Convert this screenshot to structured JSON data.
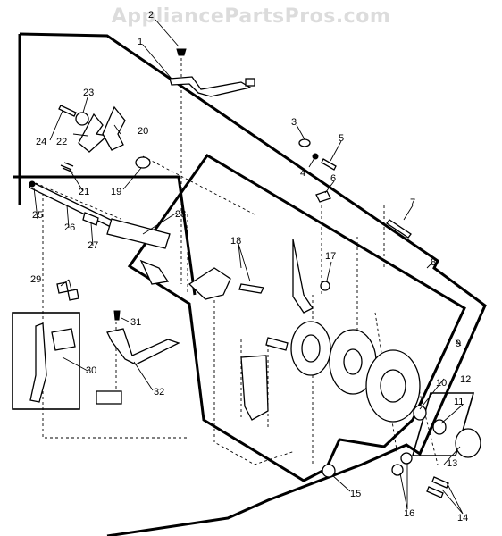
{
  "watermark": "AppliancePartsPros.com",
  "callouts": [
    {
      "id": "c1",
      "label": "1"
    },
    {
      "id": "c2",
      "label": "2"
    },
    {
      "id": "c3",
      "label": "3"
    },
    {
      "id": "c4",
      "label": "4"
    },
    {
      "id": "c5",
      "label": "5"
    },
    {
      "id": "c6",
      "label": "6"
    },
    {
      "id": "c7",
      "label": "7"
    },
    {
      "id": "c8",
      "label": "8"
    },
    {
      "id": "c9",
      "label": "9"
    },
    {
      "id": "c10",
      "label": "10"
    },
    {
      "id": "c11",
      "label": "11"
    },
    {
      "id": "c12",
      "label": "12"
    },
    {
      "id": "c13",
      "label": "13"
    },
    {
      "id": "c14",
      "label": "14"
    },
    {
      "id": "c15",
      "label": "15"
    },
    {
      "id": "c16",
      "label": "16"
    },
    {
      "id": "c17",
      "label": "17"
    },
    {
      "id": "c18",
      "label": "18"
    },
    {
      "id": "c19",
      "label": "19"
    },
    {
      "id": "c20",
      "label": "20"
    },
    {
      "id": "c21",
      "label": "21"
    },
    {
      "id": "c22",
      "label": "22"
    },
    {
      "id": "c23",
      "label": "23"
    },
    {
      "id": "c24",
      "label": "24"
    },
    {
      "id": "c25",
      "label": "25"
    },
    {
      "id": "c26",
      "label": "26"
    },
    {
      "id": "c27",
      "label": "27"
    },
    {
      "id": "c28",
      "label": "28"
    },
    {
      "id": "c29",
      "label": "29"
    },
    {
      "id": "c30",
      "label": "30"
    },
    {
      "id": "c31",
      "label": "31"
    },
    {
      "id": "c32",
      "label": "32"
    }
  ]
}
